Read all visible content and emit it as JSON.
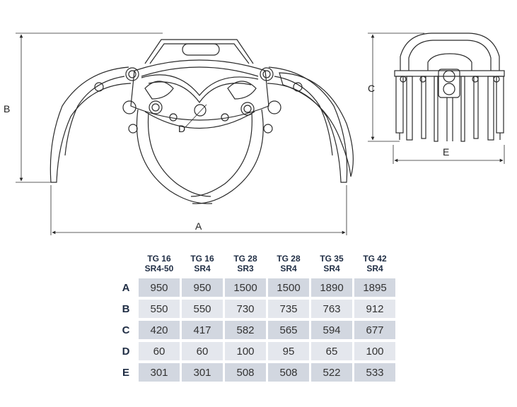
{
  "dimension_labels": {
    "A": "A",
    "B": "B",
    "C": "C",
    "D": "D",
    "E": "E"
  },
  "table": {
    "columns": [
      {
        "line1": "TG 16",
        "line2": "SR4-50"
      },
      {
        "line1": "TG 16",
        "line2": "SR4"
      },
      {
        "line1": "TG 28",
        "line2": "SR3"
      },
      {
        "line1": "TG 28",
        "line2": "SR4"
      },
      {
        "line1": "TG 35",
        "line2": "SR4"
      },
      {
        "line1": "TG 42",
        "line2": "SR4"
      }
    ],
    "rows": [
      {
        "label": "A",
        "values": [
          "950",
          "950",
          "1500",
          "1500",
          "1890",
          "1895"
        ]
      },
      {
        "label": "B",
        "values": [
          "550",
          "550",
          "730",
          "735",
          "763",
          "912"
        ]
      },
      {
        "label": "C",
        "values": [
          "420",
          "417",
          "582",
          "565",
          "594",
          "677"
        ]
      },
      {
        "label": "D",
        "values": [
          "60",
          "60",
          "100",
          "95",
          "65",
          "100"
        ]
      },
      {
        "label": "E",
        "values": [
          "301",
          "301",
          "508",
          "508",
          "522",
          "533"
        ]
      }
    ]
  },
  "colors": {
    "line": "#2a2a2a",
    "header_text": "#1f2d44",
    "row_dark": "#d2d7e0",
    "row_light": "#e4e7ed"
  }
}
